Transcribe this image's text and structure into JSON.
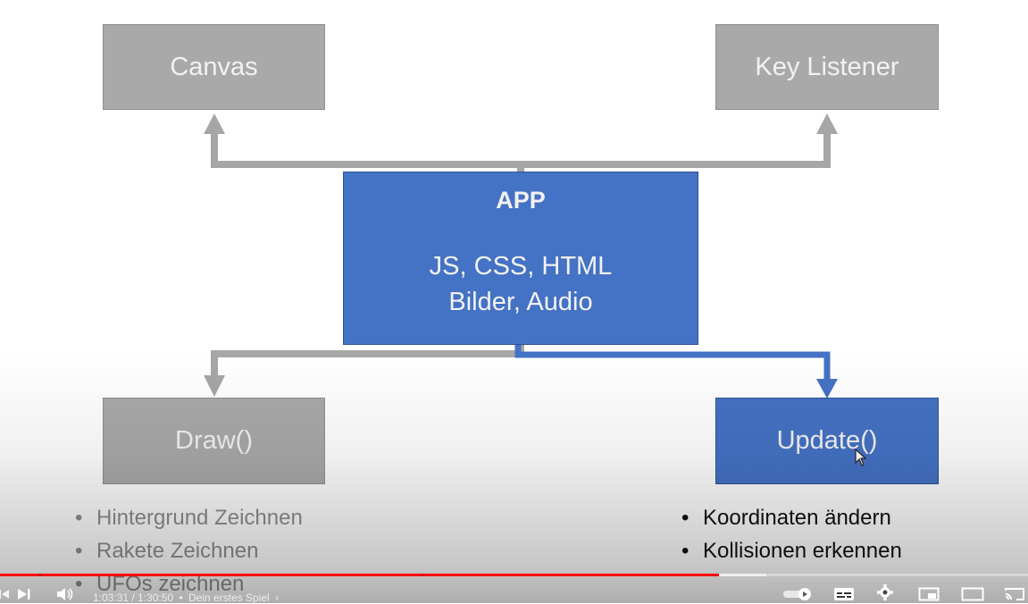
{
  "slide": {
    "boxes": {
      "canvas": "Canvas",
      "key_listener": "Key Listener",
      "app_title": "APP",
      "app_line1": "JS, CSS, HTML",
      "app_line2": "Bilder, Audio",
      "draw": "Draw()",
      "update": "Update()"
    },
    "draw_bullets": [
      "Hintergrund Zeichnen",
      "Rakete Zeichnen",
      "UFOs zeichnen"
    ],
    "update_bullets": [
      "Koordinaten ändern",
      "Kollisionen erkennen"
    ],
    "colors": {
      "gray_box": "#a9a9a9",
      "blue_box": "#4472c4",
      "gray_arrow": "#a6a6a6",
      "blue_arrow": "#4472c4"
    }
  },
  "player": {
    "time_current": "1:03:31",
    "time_total": "1:30:50",
    "time_display": "1:03:31 / 1:30:50",
    "chapter_title": "Dein erstes Spiel",
    "separator": "•",
    "chevron": "›",
    "progress_fraction": 0.699,
    "icons": [
      "previous-icon",
      "next-icon",
      "volume-icon",
      "autoplay-toggle-icon",
      "subtitles-icon",
      "settings-icon",
      "miniplayer-icon",
      "theater-icon",
      "cast-icon"
    ]
  }
}
